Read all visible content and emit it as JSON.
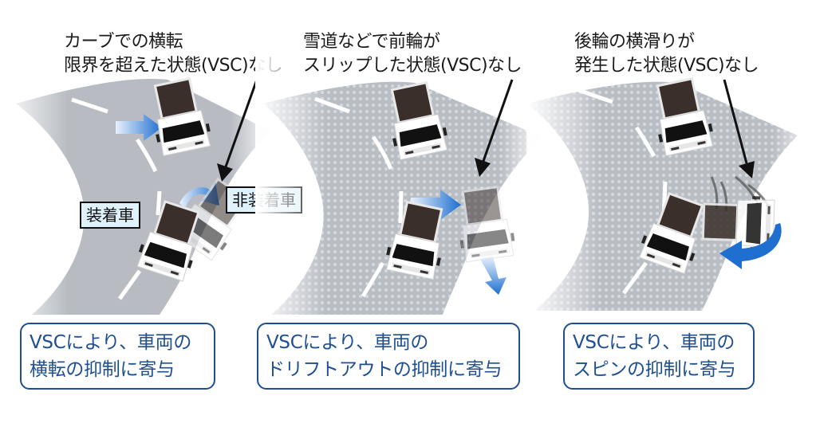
{
  "colors": {
    "accent_blue": "#1d4f91",
    "arrow_blue": "#1e6fd0",
    "road_gray": "#b8bcc2",
    "label_bg": "#dff1fb"
  },
  "panels": [
    {
      "id": "rollover",
      "caption_lines": [
        "カーブでの横転",
        "限界を超えた状態(VSC)なし"
      ],
      "labels": {
        "equipped": "装着車",
        "non_equipped": "非装着車"
      },
      "road_surface": "dry",
      "result_lines": [
        "VSCにより、車両の",
        "横転の抑制に寄与"
      ]
    },
    {
      "id": "drift-out",
      "caption_lines": [
        "雪道などで前輪が",
        "スリップした状態(VSC)なし"
      ],
      "road_surface": "snow",
      "result_lines": [
        "VSCにより、車両の",
        "ドリフトアウトの抑制に寄与"
      ]
    },
    {
      "id": "spin",
      "caption_lines": [
        "後輪の横滑りが",
        "発生した状態(VSC)なし"
      ],
      "road_surface": "snow",
      "result_lines": [
        "VSCにより、車両の",
        "スピンの抑制に寄与"
      ]
    }
  ]
}
